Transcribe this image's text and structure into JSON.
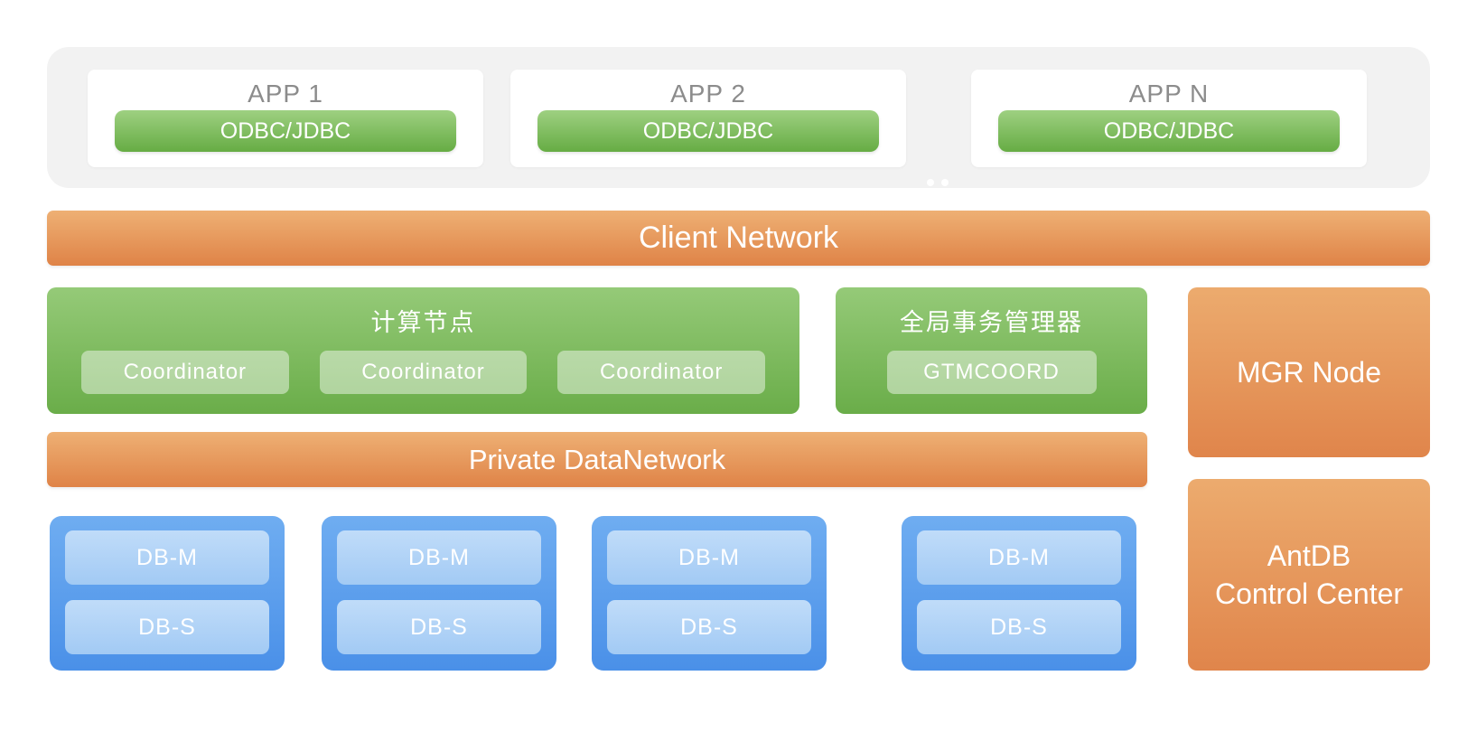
{
  "colors": {
    "panel_gray": "#f2f2f2",
    "app_label_gray": "#8c8c8c",
    "green_top": "#95ca78",
    "green_bottom": "#6aad49",
    "green_chip": "#bcdcaa",
    "orange_top": "#eeb074",
    "orange_bottom": "#df8347",
    "blue_top": "#6fadf1",
    "blue_bottom": "#4a90e8",
    "blue_chip_top": "#c0dcf9",
    "blue_chip_bottom": "#a2caf4",
    "text_white": "#ffffff"
  },
  "app_layer": {
    "items": [
      {
        "title": "APP 1",
        "connector": "ODBC/JDBC"
      },
      {
        "title": "APP 2",
        "connector": "ODBC/JDBC"
      },
      {
        "title": "APP N",
        "connector": "ODBC/JDBC"
      }
    ]
  },
  "client_network": {
    "label": "Client Network"
  },
  "compute_node": {
    "title": "计算节点",
    "members": [
      "Coordinator",
      "Coordinator",
      "Coordinator"
    ]
  },
  "gtm": {
    "title": "全局事务管理器",
    "members": [
      "GTMCOORD"
    ]
  },
  "mgr_node": {
    "label": "MGR Node"
  },
  "private_network": {
    "label": "Private DataNetwork"
  },
  "data_nodes": {
    "items": [
      {
        "master": "DB-M",
        "standby": "DB-S"
      },
      {
        "master": "DB-M",
        "standby": "DB-S"
      },
      {
        "master": "DB-M",
        "standby": "DB-S"
      },
      {
        "master": "DB-M",
        "standby": "DB-S"
      }
    ]
  },
  "control_center": {
    "line1": "AntDB",
    "line2": "Control Center"
  }
}
